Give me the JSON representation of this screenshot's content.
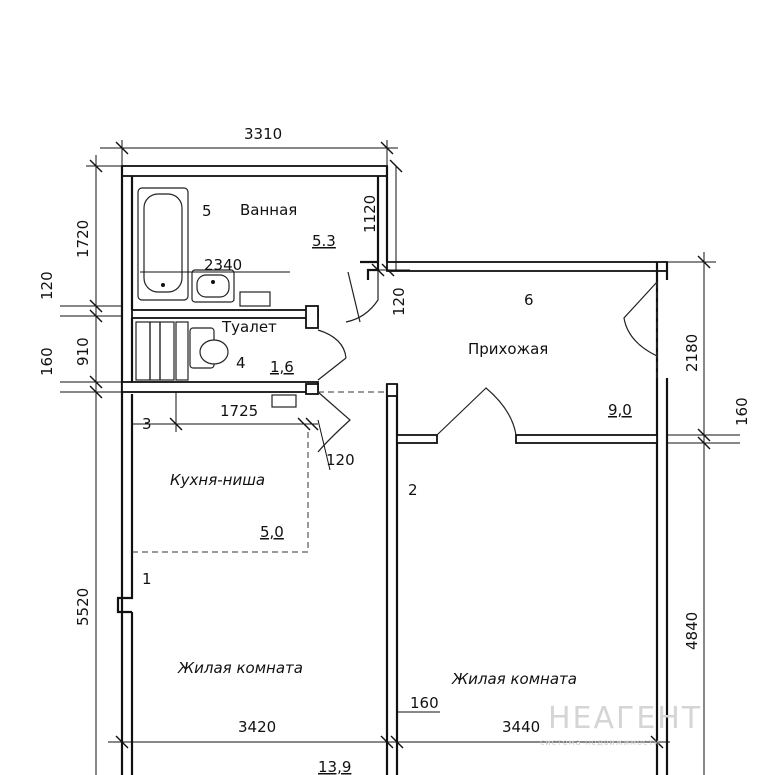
{
  "rooms": [
    {
      "num": "5",
      "name": "Ванная",
      "area": "5.3"
    },
    {
      "num": "4",
      "name": "Туалет",
      "area": "1,6"
    },
    {
      "num": "6",
      "name": "Прихожая",
      "area": "9,0"
    },
    {
      "num": "3",
      "name": "Кухня-ниша",
      "area": "5,0"
    },
    {
      "num": "1",
      "name": "Жилая комната",
      "area": "13,9"
    },
    {
      "num": "2",
      "name": "Жилая комната"
    }
  ],
  "dimensions": {
    "top_width": "3310",
    "bath_height": "1720",
    "wall_120_left": "120",
    "toilet_height": "910",
    "wall_160_left": "160",
    "bath_right": "1120",
    "bath_inner": "2340",
    "hall_wall_120": "120",
    "hall_height": "2180",
    "hall_wall_160": "160",
    "kitchen_width": "1725",
    "kitchen_wall_120": "120",
    "living1_height": "5520",
    "living2_height": "4840",
    "wall_160_mid": "160",
    "living1_width": "3420",
    "living2_width": "3440"
  },
  "watermark": {
    "brand": "НЕАГЕНТ",
    "tagline": "система недвижимости"
  }
}
